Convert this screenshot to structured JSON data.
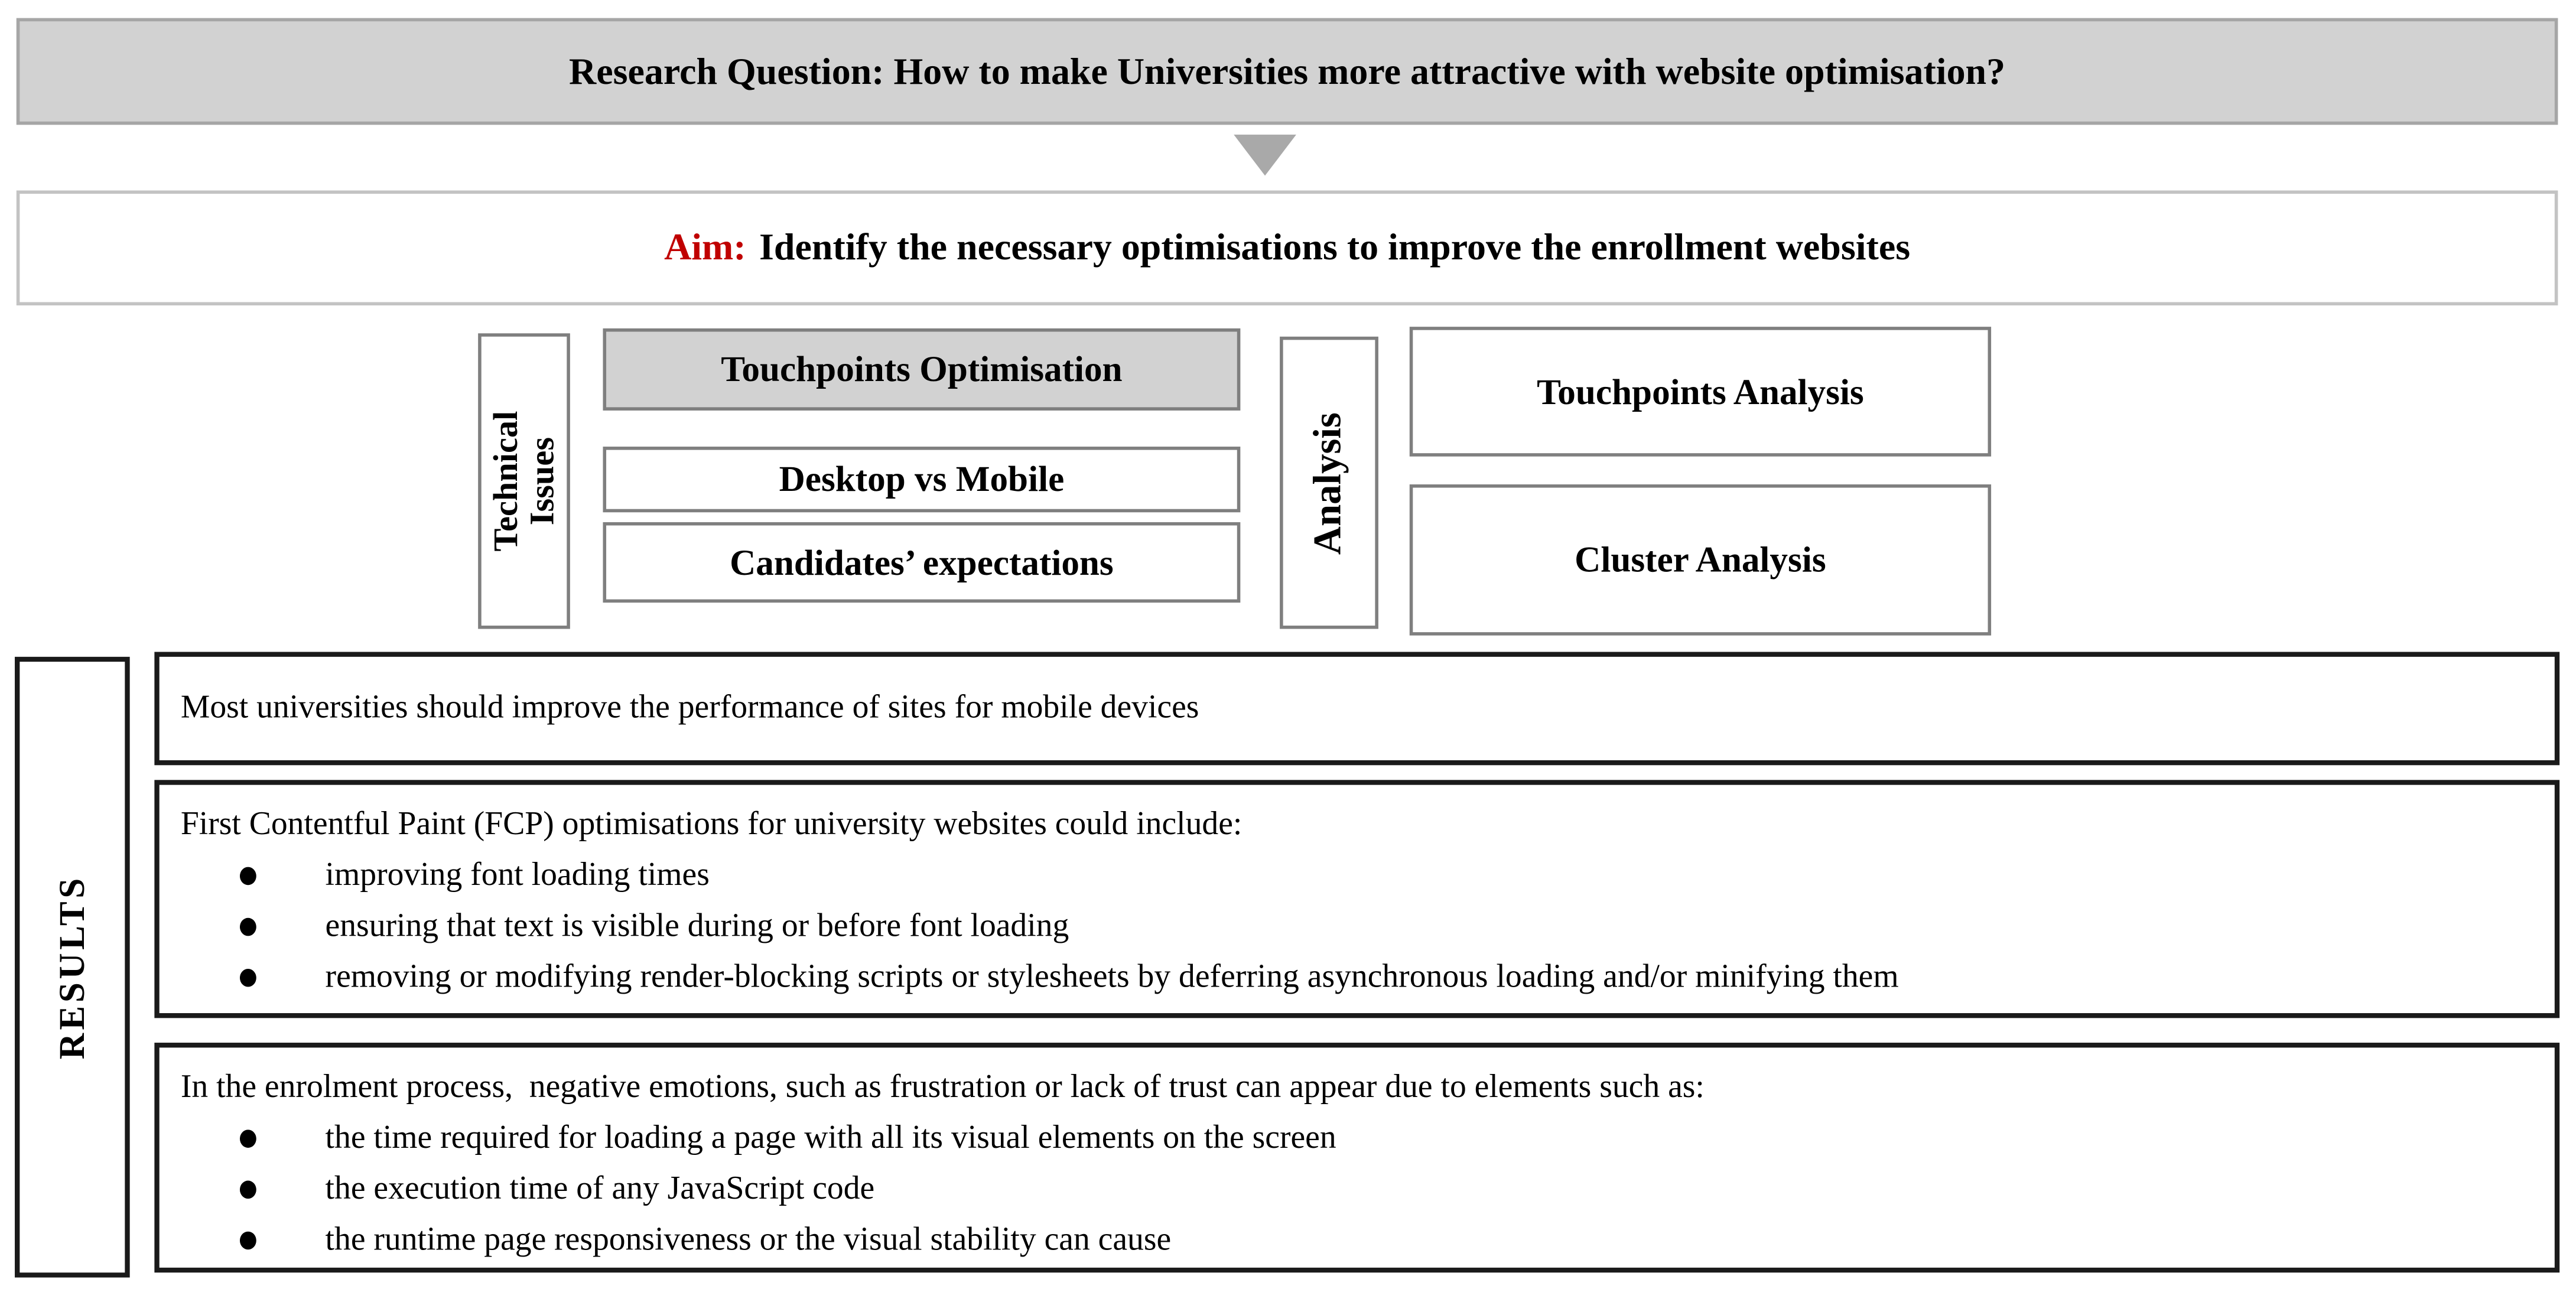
{
  "banner": {
    "text": "Research Question: How to make Universities more attractive with website optimisation?"
  },
  "aim": {
    "label": "Aim:",
    "text": "Identify the necessary optimisations to improve the enrollment websites"
  },
  "technical": {
    "label_line1": "Technical",
    "label_line2": "Issues",
    "items": [
      {
        "label": "Touchpoints Optimisation",
        "highlighted": true
      },
      {
        "label": "Desktop vs Mobile",
        "highlighted": false
      },
      {
        "label": "Candidates’ expectations",
        "highlighted": false
      }
    ]
  },
  "analysis": {
    "label": "Analysis",
    "items": [
      {
        "label": "Touchpoints Analysis"
      },
      {
        "label": "Cluster Analysis"
      }
    ]
  },
  "results": {
    "label": "RESULTS",
    "boxes": [
      {
        "text": "Most universities should improve the performance of sites for mobile devices",
        "bullets": []
      },
      {
        "text": "First Contentful Paint (FCP) optimisations for university websites could include:",
        "bullets": [
          "improving font loading times",
          "ensuring that text is visible during or before font loading",
          "removing or modifying render-blocking scripts or stylesheets by deferring asynchronous loading and/or minifying them"
        ]
      },
      {
        "text": "In the enrolment process,  negative emotions, such as frustration or lack of trust can appear due to elements such as:",
        "bullets": [
          "the time required for loading a page with all its visual elements on the screen",
          "the execution time of any JavaScript code",
          "the runtime page responsiveness or the visual stability can cause"
        ]
      }
    ]
  },
  "icons": {
    "arrow": "down-triangle-icon"
  },
  "colors": {
    "banner_gray": "#d2d2d2",
    "highlight_gray": "#d2d2d2",
    "banner_border": "#a6a6a6",
    "aim_border": "#c3c3c3",
    "mid_border": "#7f7f7f",
    "result_border": "#1a1a1a",
    "arrow_gray": "#a9a9a9",
    "aim_red": "#c00000",
    "text_black": "#000000"
  }
}
